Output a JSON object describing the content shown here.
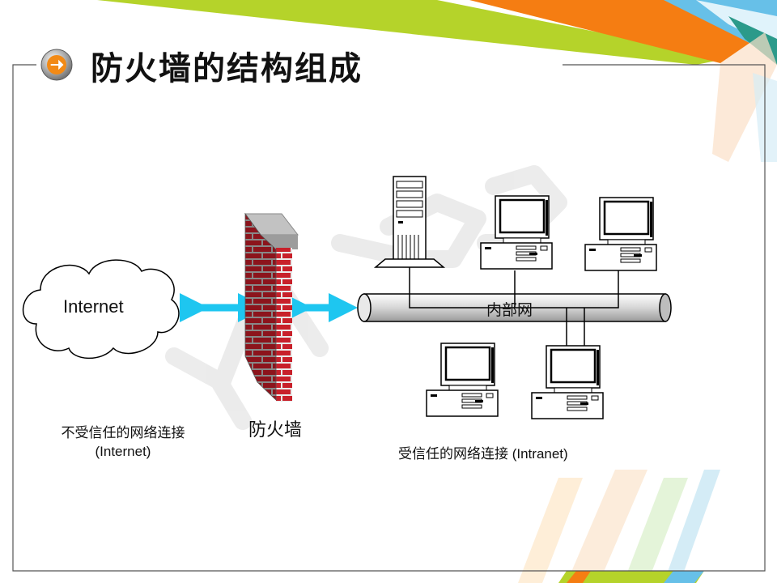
{
  "title": "防火墙的结构组成",
  "diagram": {
    "cloud_label": "Internet",
    "firewall_label": "防火墙",
    "network_label": "内部网",
    "untrusted_label": "不受信任的网络连接",
    "untrusted_sub": "(Internet)",
    "trusted_label": "受信任的网络连接  (Intranet)"
  },
  "colors": {
    "arrow": "#1ec6f0",
    "brick": "#c8202a",
    "orange": "#f57d12",
    "green": "#b5d32a",
    "blue": "#67c0e8"
  },
  "icons": [
    "arrow-right-circle-icon",
    "cloud-icon",
    "firewall-icon",
    "server-icon",
    "computer-icon"
  ]
}
